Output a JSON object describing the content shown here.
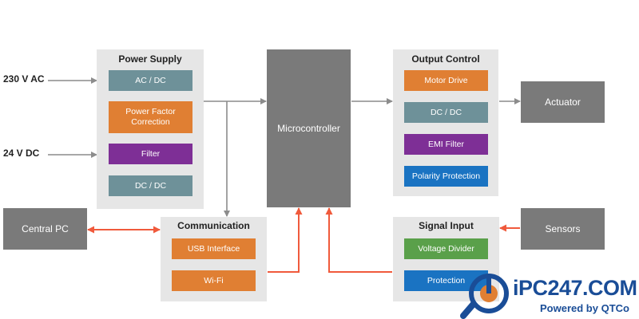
{
  "inputs": {
    "ac": "230 V AC",
    "dc": "24 V DC"
  },
  "power_supply": {
    "title": "Power Supply",
    "blocks": [
      "AC / DC",
      "Power Factor Correction",
      "Filter",
      "DC / DC"
    ]
  },
  "microcontroller": {
    "label": "Microcontroller"
  },
  "output_control": {
    "title": "Output Control",
    "blocks": [
      "Motor Drive",
      "DC / DC",
      "EMI Filter",
      "Polarity Protection"
    ]
  },
  "actuator": {
    "label": "Actuator"
  },
  "communication": {
    "title": "Communication",
    "blocks": [
      "USB Interface",
      "Wi-Fi"
    ]
  },
  "central_pc": {
    "label": "Central PC"
  },
  "signal_input": {
    "title": "Signal Input",
    "blocks": [
      "Voltage Divider",
      "Protection"
    ]
  },
  "sensors": {
    "label": "Sensors"
  },
  "watermark": {
    "brand": "iPC247.COM",
    "tagline": "Powered by QTCo"
  },
  "colors": {
    "panel": "#e6e6e6",
    "external": "#7a7a7a",
    "teal": "#6e9199",
    "orange": "#e07f33",
    "purple": "#7e2f96",
    "blue": "#1a73c2",
    "green": "#5aa04a",
    "gray_arrow": "#8c8c8c",
    "red_arrow": "#f05a3c",
    "brand_blue": "#1a4d97"
  }
}
